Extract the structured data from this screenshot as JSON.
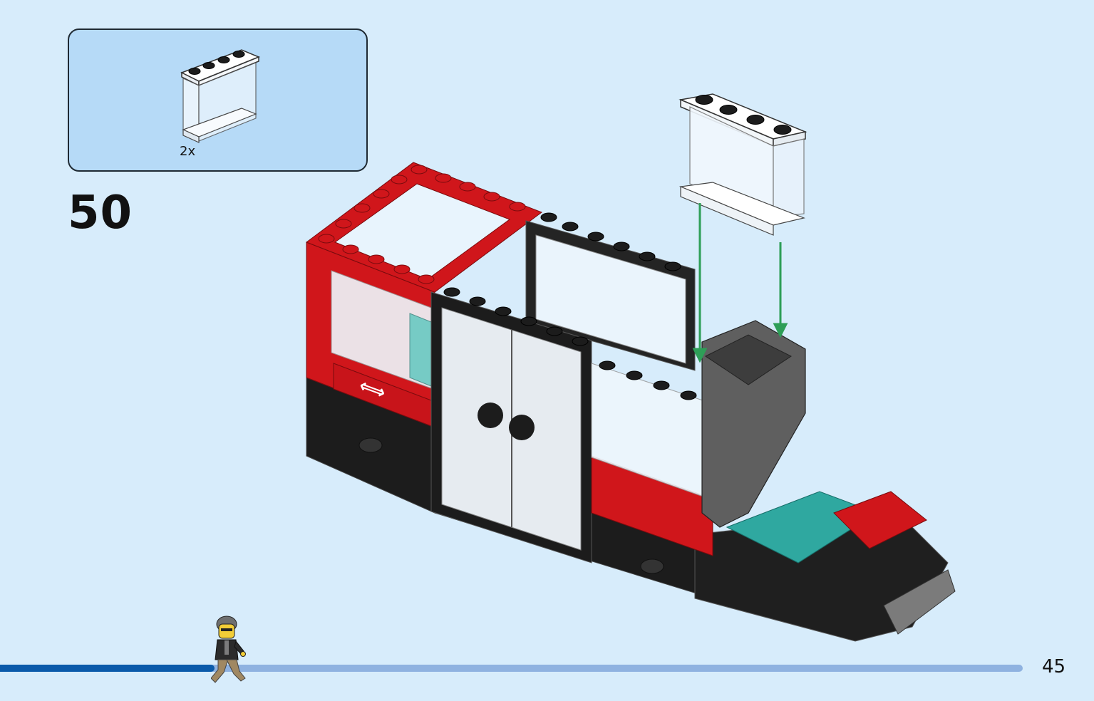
{
  "parts_needed": {
    "quantity_label": "2x",
    "part_icon": "transparent-panel-1x4x3-icon"
  },
  "step": {
    "number": "50"
  },
  "progress": {
    "fraction": 0.21
  },
  "page": {
    "number": "45"
  },
  "colors": {
    "background": "#d7ecfb",
    "parts_box": "#b6daf7",
    "progress_done": "#0a5aaa",
    "progress_track": "#8fb2e0",
    "guide_arrow": "#2e9e57",
    "brick_red": "#d0161b",
    "brick_black": "#1c1c1c",
    "brick_teal": "#59c6bd"
  }
}
